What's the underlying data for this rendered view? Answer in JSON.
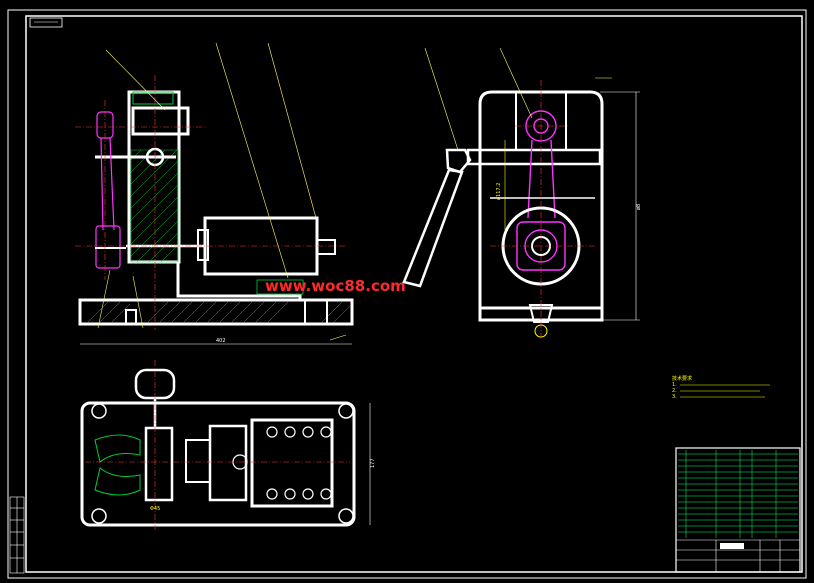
{
  "drawing": {
    "title_tab": "",
    "watermark": "www.woc88.com",
    "colors": {
      "background": "#000000",
      "outline": "#ffffff",
      "hatch": "#00cc33",
      "part": "#ff33ff",
      "dimension": "#ffff00",
      "center": "#ff3333",
      "leader": "#ffff66",
      "table": "#00ff66"
    },
    "front_view": {
      "dim_width": "402"
    },
    "side_view": {
      "dim_height": "ø8",
      "dim_vertical": "ø117.2"
    },
    "top_view": {
      "dim_height": "177",
      "dim_small": "Φ45"
    },
    "notes": [
      "技术要求",
      "1.",
      "2.",
      "3."
    ],
    "title_block": {
      "drawing_name": "",
      "scale": ""
    }
  }
}
